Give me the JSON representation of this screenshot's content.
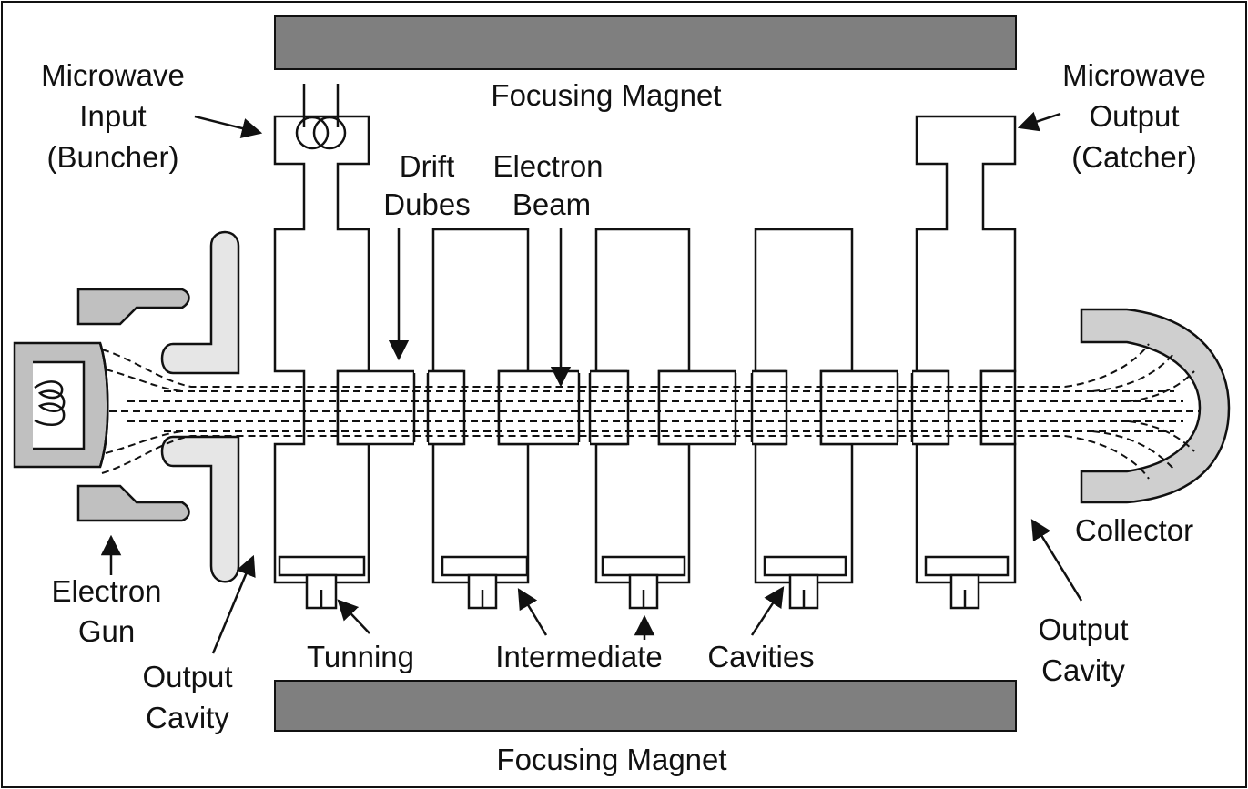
{
  "colors": {
    "magnet": "#7f7f7f",
    "electrode": "#e6e6e6",
    "gun_body": "#c0c0c0",
    "collector": "#cfcfcf",
    "line": "#111111"
  },
  "labels": {
    "focusing_magnet_top": "Focusing Magnet",
    "focusing_magnet_bottom": "Focusing Magnet",
    "microwave_input": [
      "Microwave",
      "Input",
      "(Buncher)"
    ],
    "microwave_output": [
      "Microwave",
      "Output",
      "(Catcher)"
    ],
    "drift_tubes": [
      "Drift",
      "Dubes"
    ],
    "electron_beam": [
      "Electron",
      "Beam"
    ],
    "electron_gun": [
      "Electron",
      "Gun"
    ],
    "output_cavity_left": [
      "Output",
      "Cavity"
    ],
    "output_cavity_right": [
      "Output",
      "Cavity"
    ],
    "collector": "Collector",
    "tunning": "Tunning",
    "intermediate": "Intermediate",
    "cavities": "Cavities"
  }
}
